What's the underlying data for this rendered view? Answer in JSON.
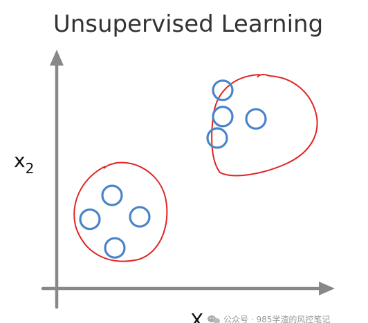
{
  "title": "Unsupervised Learning",
  "axes": {
    "y_label": "x",
    "y_label_sub": "2",
    "x_label": "X"
  },
  "watermark": {
    "text": "公众号 · 985学渣的风控笔记",
    "icon": "wechat-icon"
  },
  "colors": {
    "axis": "#888888",
    "point": "#4a84c8",
    "cluster": "#e02424",
    "title": "#333333"
  },
  "clusters": [
    {
      "id": "lower-left",
      "points": [
        {
          "x": 2.0,
          "y": 3.9
        },
        {
          "x": 1.2,
          "y": 2.9
        },
        {
          "x": 3.0,
          "y": 3.0
        },
        {
          "x": 2.1,
          "y": 1.7
        }
      ]
    },
    {
      "id": "upper-right",
      "points": [
        {
          "x": 6.0,
          "y": 8.3
        },
        {
          "x": 6.0,
          "y": 7.2
        },
        {
          "x": 7.2,
          "y": 7.1
        },
        {
          "x": 5.8,
          "y": 6.3
        }
      ]
    }
  ]
}
